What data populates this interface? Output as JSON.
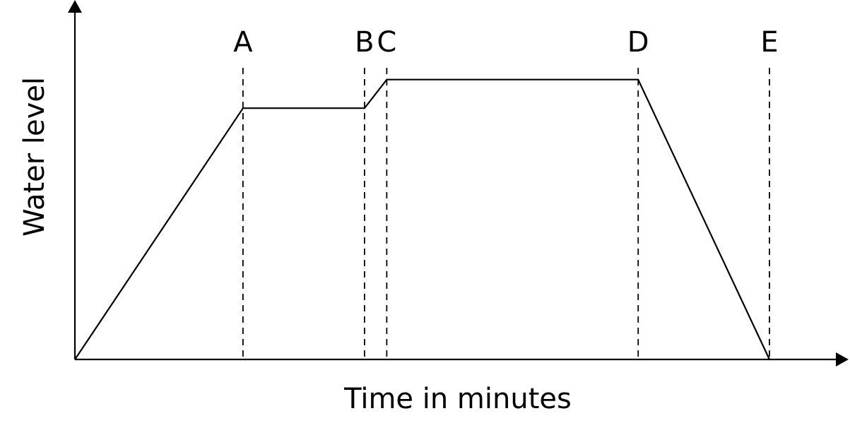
{
  "chart_data": {
    "type": "line",
    "title": "",
    "xlabel": "Time in minutes",
    "ylabel": "Water level",
    "xlim": [
      0,
      100
    ],
    "ylim": [
      0,
      100
    ],
    "grid": false,
    "series": [
      {
        "x": [
          0,
          24.2,
          41.7,
          44.9,
          81.1,
          100
        ],
        "y": [
          0,
          78.2,
          78.2,
          87.1,
          87.1,
          0
        ]
      }
    ],
    "markers": [
      {
        "label": "A",
        "x": 24.2
      },
      {
        "label": "B",
        "x": 41.7
      },
      {
        "label": "C",
        "x": 44.9
      },
      {
        "label": "D",
        "x": 81.1
      },
      {
        "label": "E",
        "x": 100
      }
    ]
  }
}
